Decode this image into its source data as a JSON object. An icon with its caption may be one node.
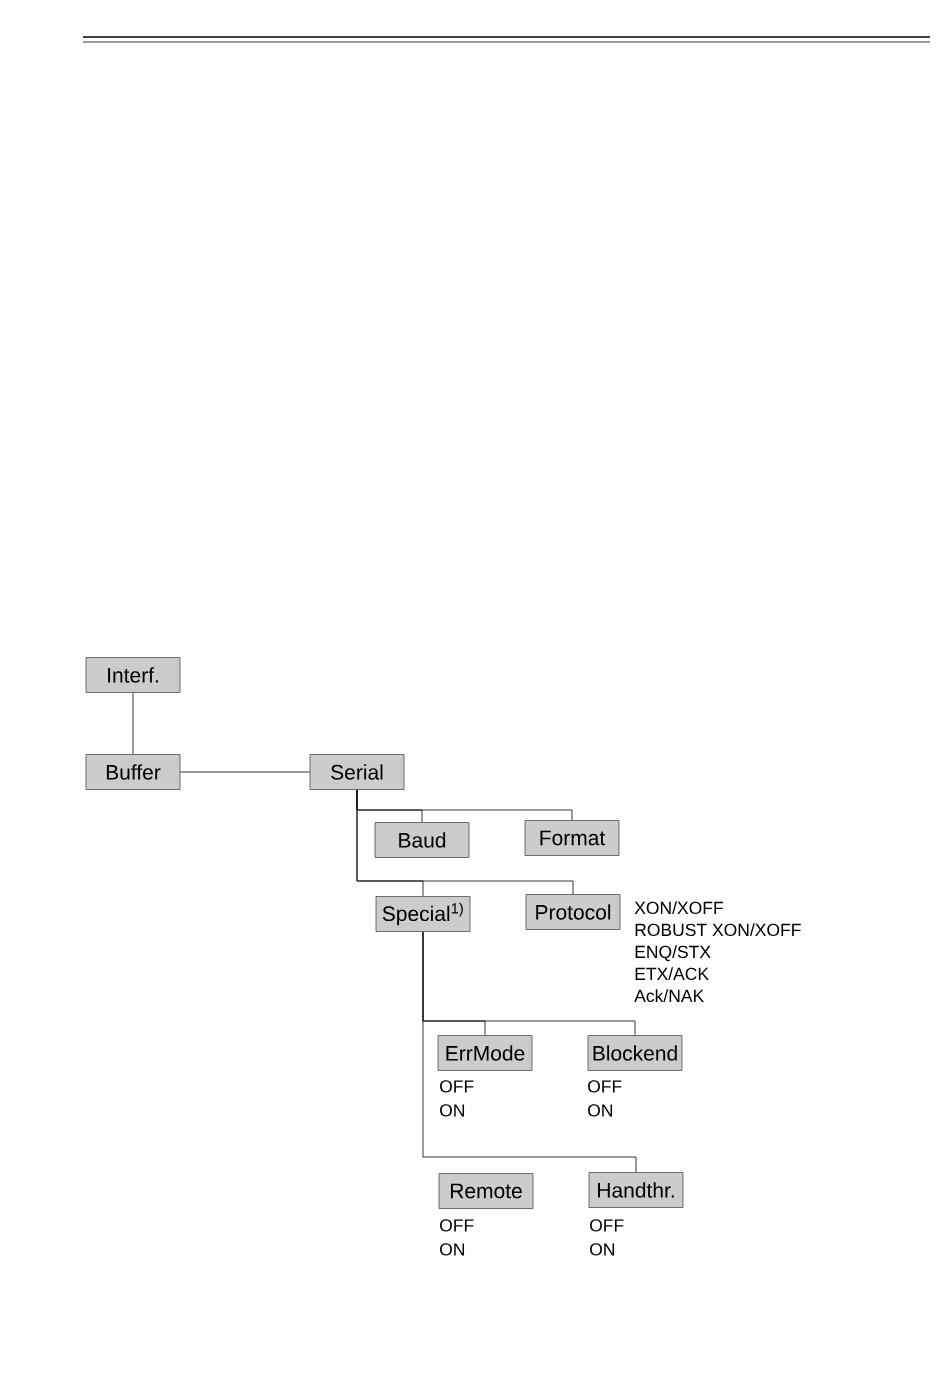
{
  "diagram": {
    "nodes": [
      {
        "text": [
          "Interf."
        ]
      },
      {
        "text": [
          "Buffer"
        ]
      },
      {
        "text": [
          "Serial"
        ]
      },
      {
        "text": [
          "Baud"
        ]
      },
      {
        "text": [
          "Format"
        ]
      },
      {
        "text": [
          "Special$^{1)}$"
        ]
      },
      {
        "text": [
          "Protocol"
        ],
        "beside": [
          "XON/XOFF",
          "ROBUST XON/XOFF",
          "ENQ/STX",
          "ETX/ACK",
          "Ack/NAK"
        ]
      },
      {
        "text": [
          "ErrMode"
        ],
        "beside": [
          "OFF",
          "ON"
        ]
      },
      {
        "text": [
          "Blockend"
        ],
        "beside": [
          "OFF",
          "ON"
        ]
      },
      {
        "text": [
          "Remote"
        ],
        "beside": [
          "OFF",
          "ON"
        ]
      },
      {
        "text": [
          "Handthr."
        ],
        "beside": [
          "OFF",
          "ON"
        ]
      }
    ],
    "edges": [
      {
        "from": 0,
        "to": 1,
        "arrow": "none"
      },
      {
        "from": 1,
        "to": 2,
        "arrow": "none"
      },
      {
        "from": 2,
        "to": 3,
        "arrow": "none"
      },
      {
        "from": 2,
        "to": 4,
        "arrow": "none"
      },
      {
        "from": 2,
        "to": 5,
        "arrow": "none"
      },
      {
        "from": 2,
        "to": 6,
        "arrow": "none"
      },
      {
        "from": 5,
        "to": 7,
        "arrow": "none"
      },
      {
        "from": 5,
        "to": 8,
        "arrow": "none"
      },
      {
        "from": 5,
        "to": 10,
        "arrow": "none"
      }
    ]
  }
}
